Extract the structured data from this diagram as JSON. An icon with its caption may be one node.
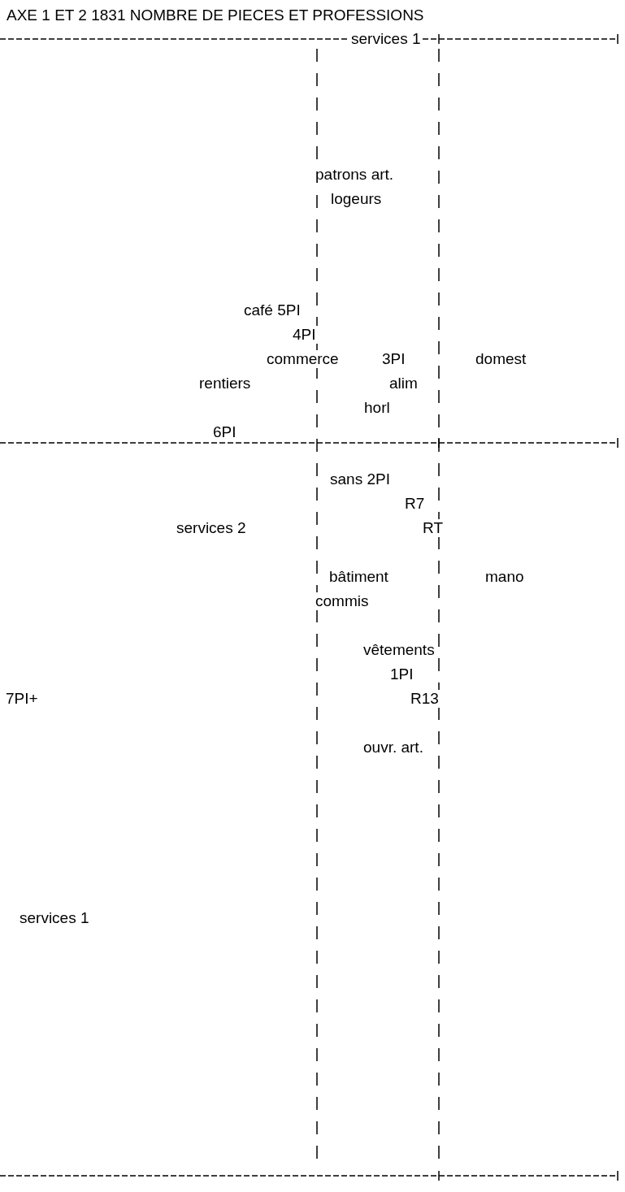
{
  "diagram": {
    "title": "AXE 1 ET 2 1831 NOMBRE DE PIECES ET PROFESSIONS",
    "labels": [
      "services 1",
      "patrons art.",
      "logeurs",
      "café 5PI",
      "4PI",
      "commerce",
      "3PI",
      "domest",
      "rentiers",
      "alim",
      "horl",
      "6PI",
      "sans 2PI",
      "R7",
      "services 2",
      "RT",
      "bâtiment",
      "mano",
      "commis",
      "vêtements",
      "1PI",
      "7PI+",
      "R13",
      "ouvr. art.",
      "services 1"
    ]
  }
}
